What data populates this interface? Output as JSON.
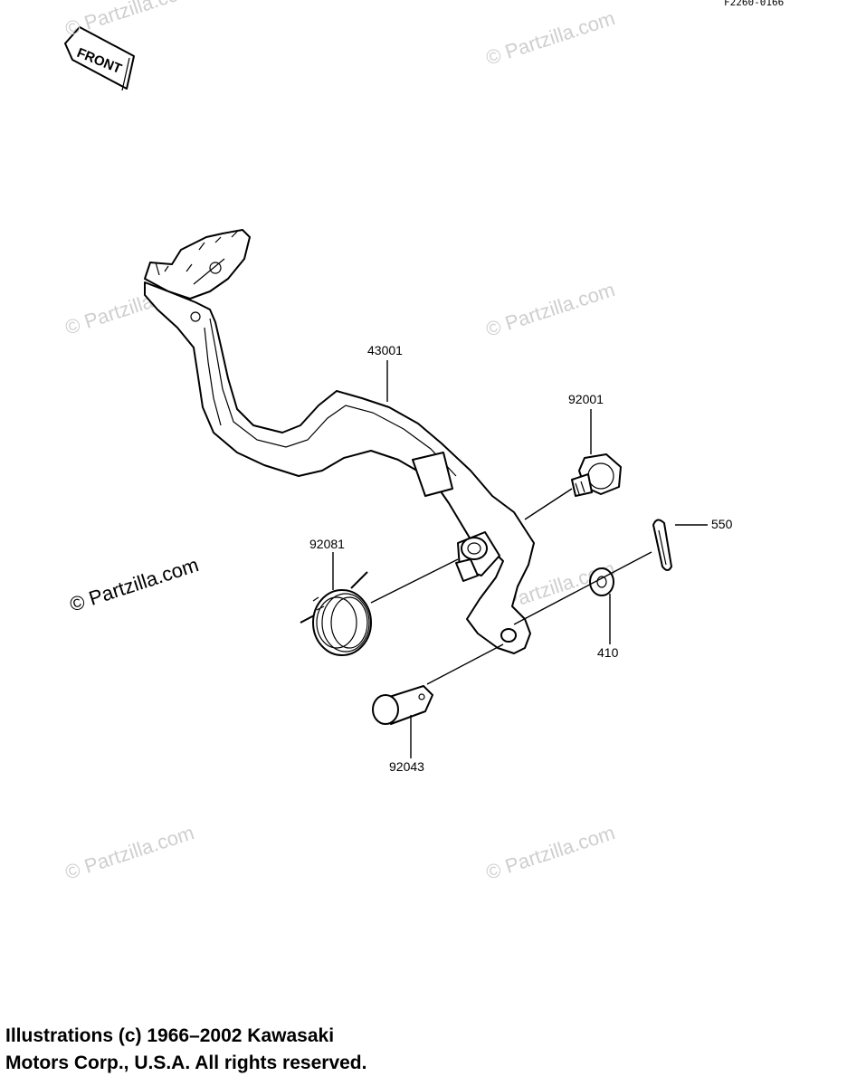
{
  "diagram_code": "F2260-0166",
  "front_label": "FRONT",
  "watermark": "© Partzilla.com",
  "parts": {
    "brake_pedal": "43001",
    "bolt": "92001",
    "cotter_pin": "550",
    "spring": "92081",
    "washer": "410",
    "pin": "92043"
  },
  "copyright": {
    "line1": "Illustrations (c) 1966–2002 Kawasaki",
    "line2": "Motors Corp., U.S.A.  All rights reserved."
  }
}
